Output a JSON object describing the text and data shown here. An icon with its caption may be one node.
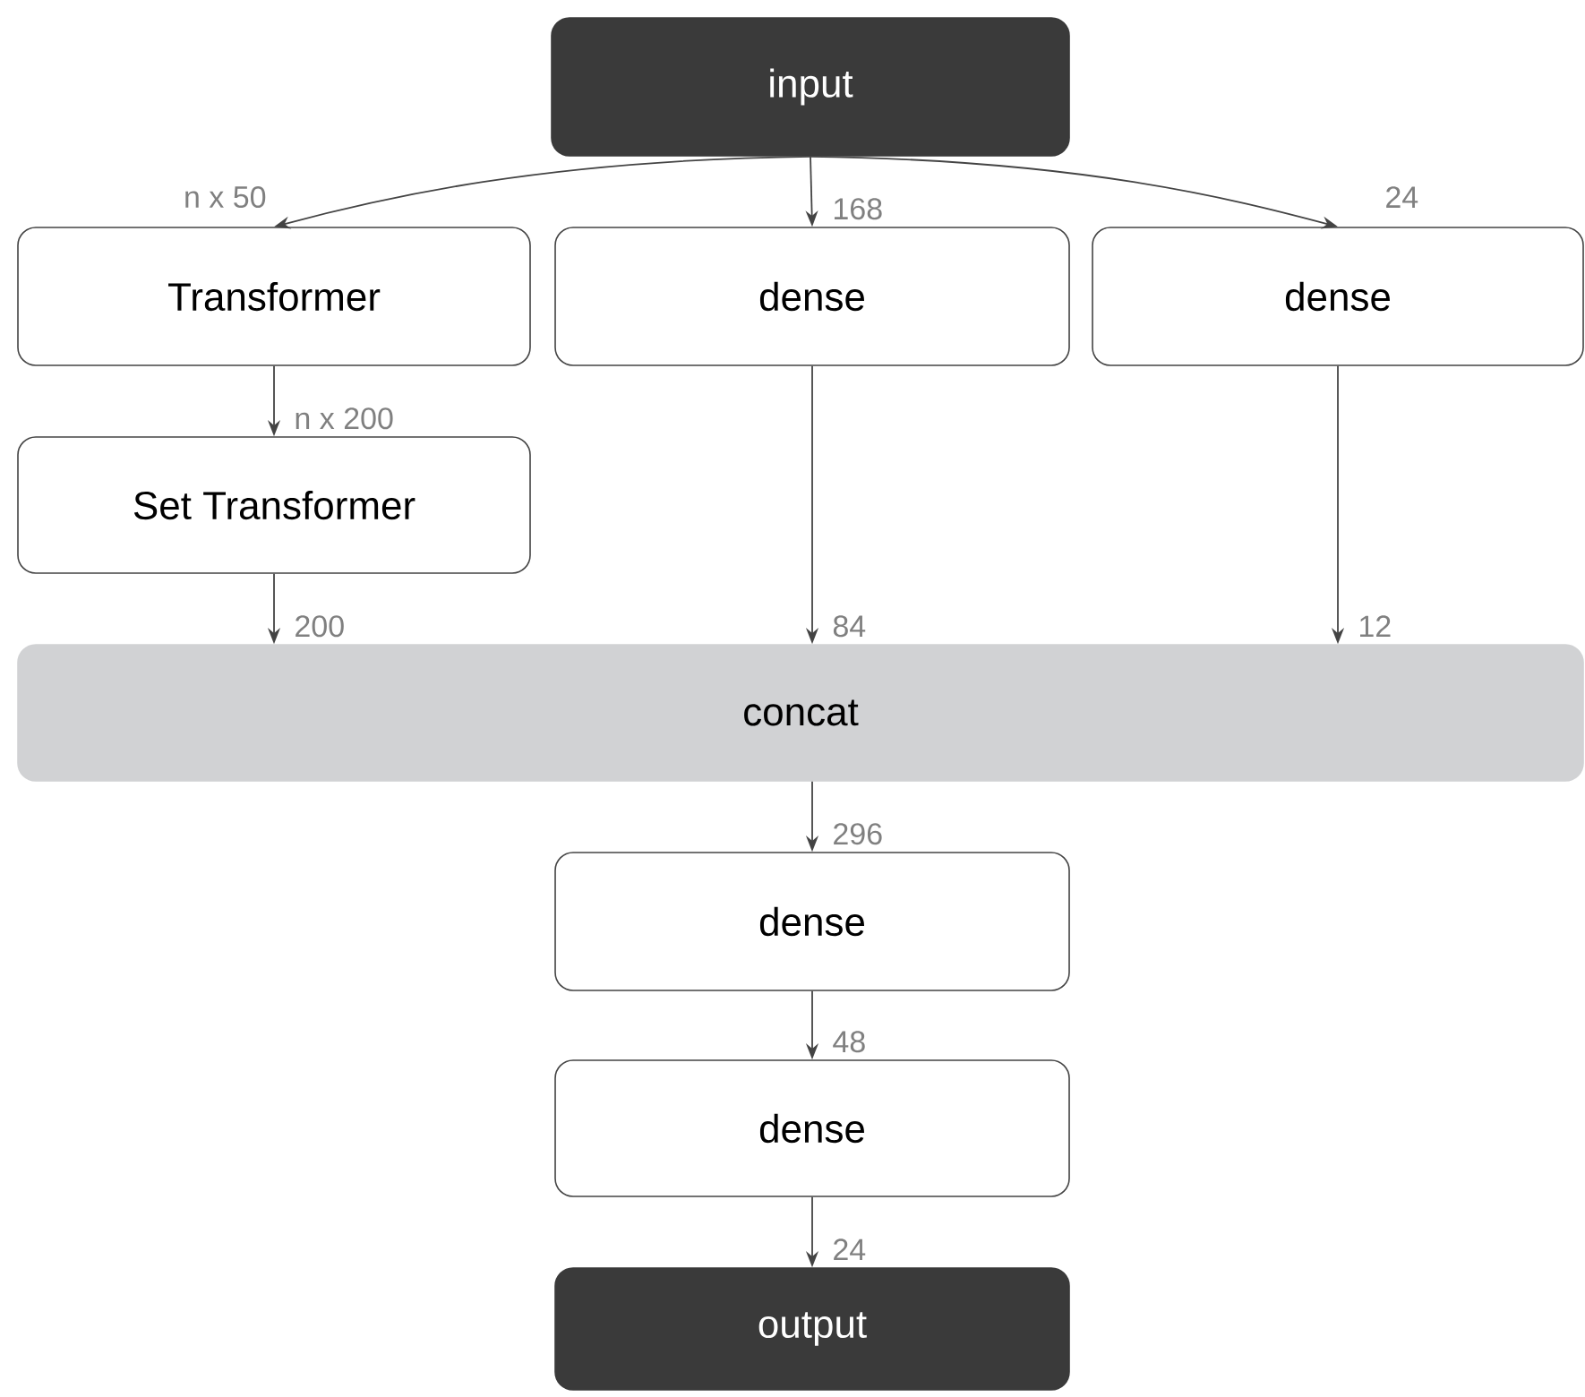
{
  "diagram": {
    "nodes": [
      {
        "text": [
          "input"
        ]
      },
      {
        "text": [
          "Transformer"
        ]
      },
      {
        "text": [
          "dense"
        ]
      },
      {
        "text": [
          "dense"
        ]
      },
      {
        "text": [
          "Set Transformer"
        ]
      },
      {
        "text": [
          "concat"
        ]
      },
      {
        "text": [
          "dense"
        ]
      },
      {
        "text": [
          "dense"
        ]
      },
      {
        "text": [
          "output"
        ]
      }
    ],
    "edges": [
      {
        "from": 0,
        "to": 1,
        "arrow": "to",
        "label": "n x 50"
      },
      {
        "from": 0,
        "to": 2,
        "arrow": "to",
        "label": "168"
      },
      {
        "from": 0,
        "to": 3,
        "arrow": "to",
        "label": "24"
      },
      {
        "from": 1,
        "to": 4,
        "arrow": "to",
        "label": "n x 200"
      },
      {
        "from": 4,
        "to": 5,
        "arrow": "to",
        "label": "200"
      },
      {
        "from": 2,
        "to": 5,
        "arrow": "to",
        "label": "84"
      },
      {
        "from": 3,
        "to": 5,
        "arrow": "to",
        "label": "12"
      },
      {
        "from": 5,
        "to": 6,
        "arrow": "to",
        "label": "296"
      },
      {
        "from": 6,
        "to": 7,
        "arrow": "to",
        "label": "48"
      },
      {
        "from": 7,
        "to": 8,
        "arrow": "to",
        "label": "24"
      }
    ]
  }
}
